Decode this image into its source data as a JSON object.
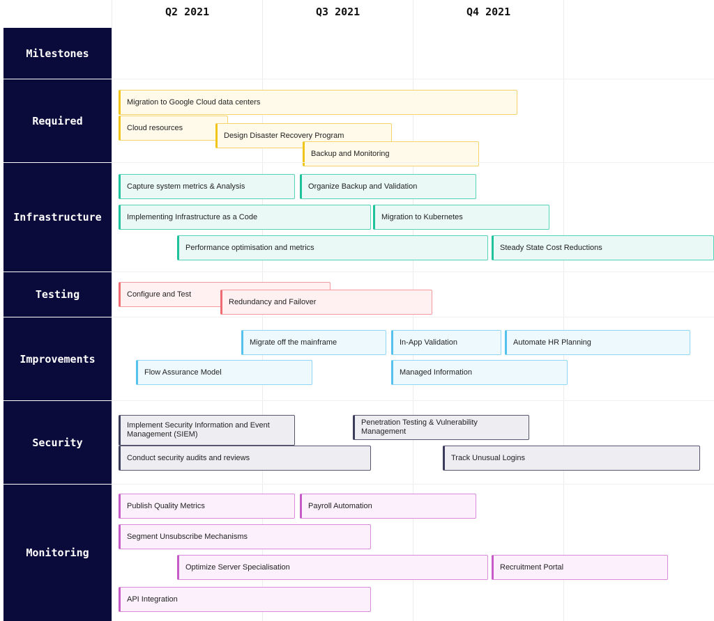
{
  "timeline": {
    "quarters": [
      "Q2 2021",
      "Q3 2021",
      "Q4 2021"
    ]
  },
  "colors": {
    "lane_label_bg": "#0b0b3b",
    "required": "#f0c419",
    "infrastructure": "#1fc39b",
    "testing": "#ef6b72",
    "improvements": "#55c2ee",
    "security": "#3b3b5c",
    "monitoring": "#c65ac6"
  },
  "lanes": {
    "milestones": {
      "label": "Milestones"
    },
    "required": {
      "label": "Required",
      "items": [
        "Migration to Google Cloud data centers",
        "Cloud resources",
        "Design Disaster Recovery Program",
        "Backup and Monitoring"
      ]
    },
    "infrastructure": {
      "label": "Infrastructure",
      "items": [
        "Capture system metrics & Analysis",
        "Organize Backup and Validation",
        "Implementing Infrastructure as a Code",
        "Migration to Kubernetes",
        "Performance optimisation and metrics",
        "Steady State Cost Reductions"
      ]
    },
    "testing": {
      "label": "Testing",
      "items": [
        "Configure and Test",
        "Redundancy and Failover"
      ]
    },
    "improvements": {
      "label": "Improvements",
      "items": [
        "Migrate off the mainframe",
        "In-App Validation",
        "Automate HR Planning",
        "Flow Assurance Model",
        "Managed Information"
      ]
    },
    "security": {
      "label": "Security",
      "items": [
        "Implement Security Information and Event Management (SIEM)",
        "Penetration Testing & Vulnerability Management",
        "Conduct security audits and reviews",
        "Track Unusual Logins"
      ]
    },
    "monitoring": {
      "label": "Monitoring",
      "items": [
        "Publish Quality Metrics",
        "Payroll Automation",
        "Segment Unsubscribe Mechanisms",
        "Optimize Server Specialisation",
        "Recruitment Portal",
        "API Integration"
      ]
    }
  }
}
